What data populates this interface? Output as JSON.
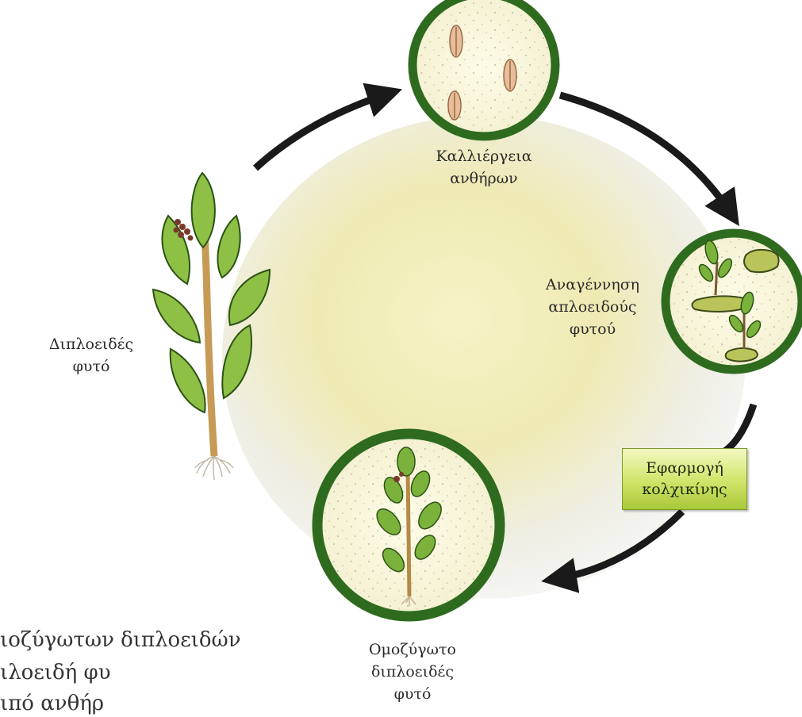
{
  "labels": {
    "anther_culture": [
      "Καλλιέργεια",
      "ανθήρων"
    ],
    "haploid_regeneration": [
      "Αναγέννηση",
      "απλοειδούς",
      "φυτού"
    ],
    "diploid_plant": [
      "Διπλοειδές",
      "φυτό"
    ],
    "homozygous_diploid": [
      "Ομοζύγωτο",
      "διπλοειδές",
      "φυτό"
    ],
    "colchicine": [
      "Εφαρμογή",
      "κολχικίνης"
    ]
  },
  "background_text": {
    "line1": "ιοζύγωτων διπλοειδών",
    "line2": "ιλοειδή φυ",
    "line3": "ιπό ανθήρ"
  },
  "colors": {
    "ring_green": "#2f6b1f",
    "arrow": "#1a1a1a",
    "leaf_green": "#7bb23c",
    "center_glow": "#f0ecb8",
    "colchicine_box": "#cfe468"
  }
}
